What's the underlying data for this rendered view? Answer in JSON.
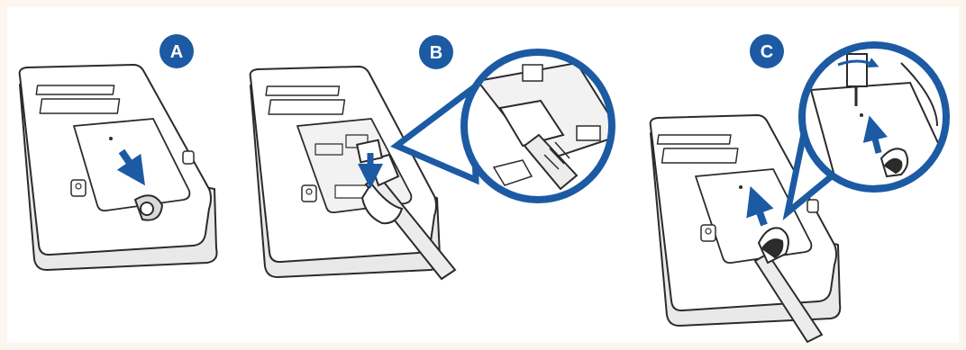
{
  "steps": [
    {
      "label": "A"
    },
    {
      "label": "B"
    },
    {
      "label": "C"
    }
  ],
  "colors": {
    "accent": "#1c5aa3",
    "outline": "#2b2b2b",
    "device_fill": "#ffffff",
    "shade": "#d9d9d9",
    "background": "#fdf6ef"
  },
  "icons": {
    "arrow": "blue-arrow-icon",
    "lock": "keyhole-lock-icon",
    "screwdriver": "screwdriver-icon"
  }
}
